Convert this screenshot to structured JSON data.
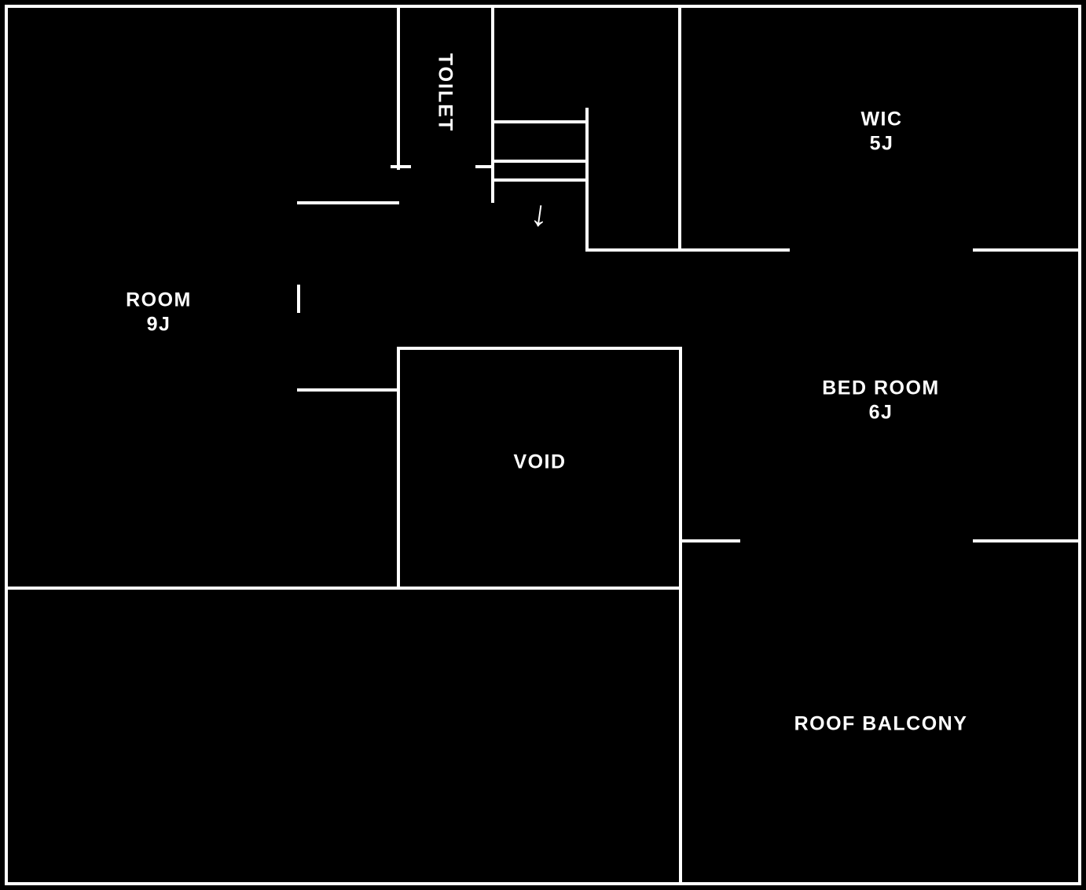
{
  "floor_plan": {
    "colors": {
      "background": "#000000",
      "wall": "#ffffff",
      "text": "#ffffff"
    },
    "rooms": {
      "toilet": {
        "label": "TOILET"
      },
      "wic": {
        "label": "WIC",
        "size": "5J"
      },
      "room": {
        "label": "ROOM",
        "size": "9J"
      },
      "bedroom": {
        "label": "BED ROOM",
        "size": "6J"
      },
      "void": {
        "label": "VOID"
      },
      "roof_balcony": {
        "label": "ROOF BALCONY"
      }
    },
    "stairs": {
      "direction_arrow": "↓"
    }
  }
}
